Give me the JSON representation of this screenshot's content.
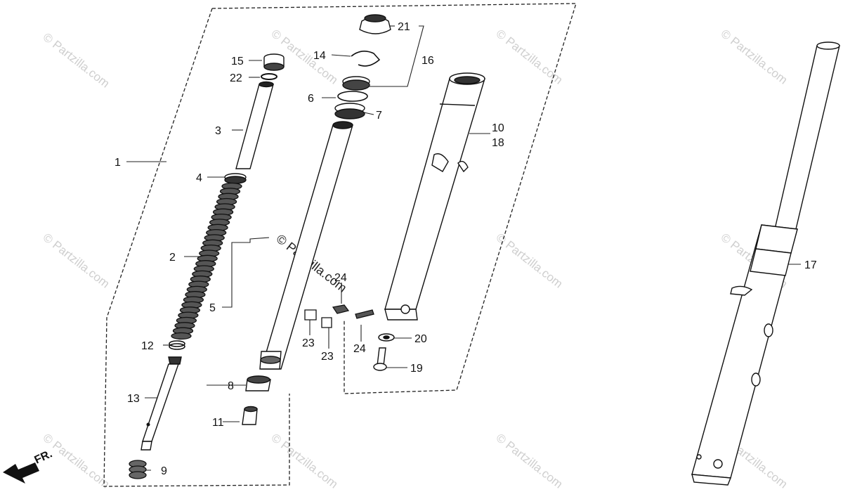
{
  "watermark": "© Partzilla.com",
  "front_label": "FR.",
  "callouts": {
    "c1": "1",
    "c2": "2",
    "c3": "3",
    "c4": "4",
    "c5": "5",
    "c6": "6",
    "c7": "7",
    "c8": "8",
    "c9": "9",
    "c10": "10",
    "c11": "11",
    "c12": "12",
    "c13": "13",
    "c14": "14",
    "c15": "15",
    "c16": "16",
    "c17": "17",
    "c18": "18",
    "c19": "19",
    "c20": "20",
    "c21": "21",
    "c22": "22",
    "c23a": "23",
    "c23b": "23",
    "c24a": "24",
    "c24b": "24"
  }
}
